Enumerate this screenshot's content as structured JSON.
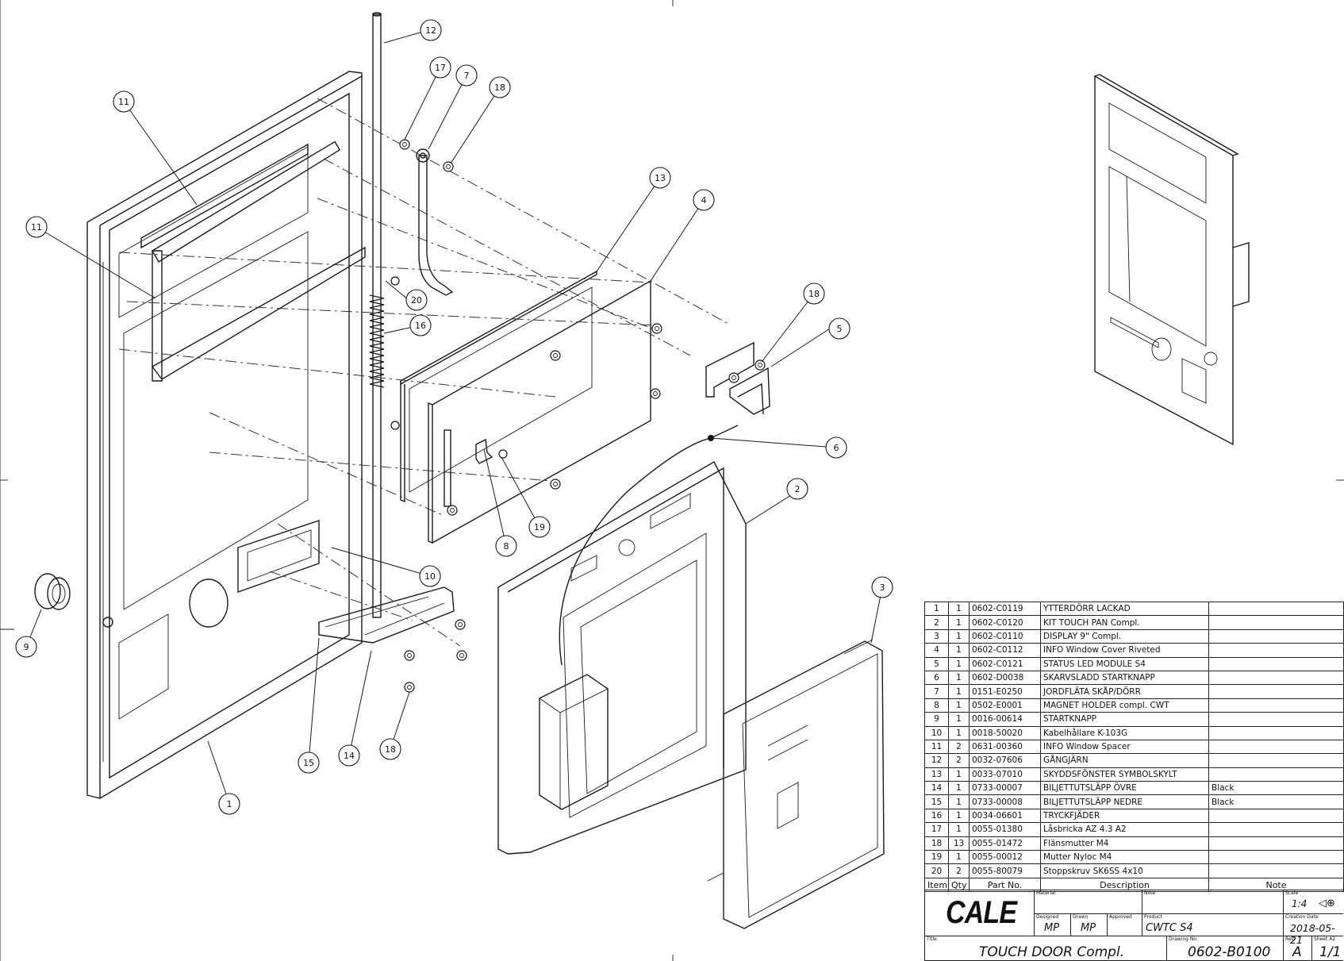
{
  "balloons": [
    "1",
    "2",
    "3",
    "4",
    "5",
    "6",
    "7",
    "8",
    "9",
    "10",
    "11",
    "11",
    "12",
    "13",
    "14",
    "15",
    "16",
    "17",
    "18",
    "18",
    "18",
    "19",
    "20"
  ],
  "bom": {
    "rows": [
      {
        "item": "1",
        "qty": "1",
        "part": "0602-C0119",
        "desc": "YTTERDÖRR LACKAD",
        "note": ""
      },
      {
        "item": "2",
        "qty": "1",
        "part": "0602-C0120",
        "desc": "KIT TOUCH PAN Compl.",
        "note": ""
      },
      {
        "item": "3",
        "qty": "1",
        "part": "0602-C0110",
        "desc": "DISPLAY 9\" Compl.",
        "note": ""
      },
      {
        "item": "4",
        "qty": "1",
        "part": "0602-C0112",
        "desc": "INFO Window Cover Riveted",
        "note": ""
      },
      {
        "item": "5",
        "qty": "1",
        "part": "0602-C0121",
        "desc": "STATUS LED MODULE S4",
        "note": ""
      },
      {
        "item": "6",
        "qty": "1",
        "part": "0602-D0038",
        "desc": "SKARVSLADD STARTKNAPP",
        "note": ""
      },
      {
        "item": "7",
        "qty": "1",
        "part": "0151-E0250",
        "desc": "JORDFLÄTA SKÅP/DÖRR",
        "note": ""
      },
      {
        "item": "8",
        "qty": "1",
        "part": "0502-E0001",
        "desc": "MAGNET HOLDER compl. CWT",
        "note": ""
      },
      {
        "item": "9",
        "qty": "1",
        "part": "0016-00614",
        "desc": "STARTKNAPP",
        "note": ""
      },
      {
        "item": "10",
        "qty": "1",
        "part": "0018-50020",
        "desc": "Kabelhållare K-103G",
        "note": ""
      },
      {
        "item": "11",
        "qty": "2",
        "part": "0631-00360",
        "desc": "INFO Window Spacer",
        "note": ""
      },
      {
        "item": "12",
        "qty": "2",
        "part": "0032-07606",
        "desc": "GÅNGJÄRN",
        "note": ""
      },
      {
        "item": "13",
        "qty": "1",
        "part": "0033-07010",
        "desc": "SKYDDSFÖNSTER SYMBOLSKYLT",
        "note": ""
      },
      {
        "item": "14",
        "qty": "1",
        "part": "0733-00007",
        "desc": "BILJETTUTSLÄPP ÖVRE",
        "note": "Black"
      },
      {
        "item": "15",
        "qty": "1",
        "part": "0733-00008",
        "desc": "BILJETTUTSLÄPP NEDRE",
        "note": "Black"
      },
      {
        "item": "16",
        "qty": "1",
        "part": "0034-06601",
        "desc": "TRYCKFJÄDER",
        "note": ""
      },
      {
        "item": "17",
        "qty": "1",
        "part": "0055-01380",
        "desc": "Låsbricka AZ 4.3 A2",
        "note": ""
      },
      {
        "item": "18",
        "qty": "13",
        "part": "0055-01472",
        "desc": "Flänsmutter M4",
        "note": ""
      },
      {
        "item": "19",
        "qty": "1",
        "part": "0055-00012",
        "desc": "Mutter Nyloc M4",
        "note": ""
      },
      {
        "item": "20",
        "qty": "2",
        "part": "0055-80079",
        "desc": "Stoppskruv SK6SS 4x10",
        "note": ""
      }
    ],
    "header": {
      "item": "Item",
      "qty": "Qty",
      "part": "Part No.",
      "desc": "Description",
      "note": "Note"
    }
  },
  "title_block": {
    "logo": "CALE",
    "labels": {
      "material": "Material",
      "note": "Note",
      "scale": "Scale",
      "designed": "Designed",
      "drawn": "Drawn",
      "approved": "Approved",
      "product": "Product",
      "creation_date": "Creation Date",
      "title": "Title",
      "drawing_no": "Drawing No.",
      "rev": "Rev",
      "sheet": "Sheet A2"
    },
    "scale": "1:4",
    "designed": "MP",
    "drawn": "MP",
    "product": "CWTC S4",
    "creation_date": "2018-05-21",
    "title": "TOUCH DOOR Compl.",
    "drawing_no": "0602-B0100",
    "rev": "A",
    "sheet": "1/1"
  }
}
